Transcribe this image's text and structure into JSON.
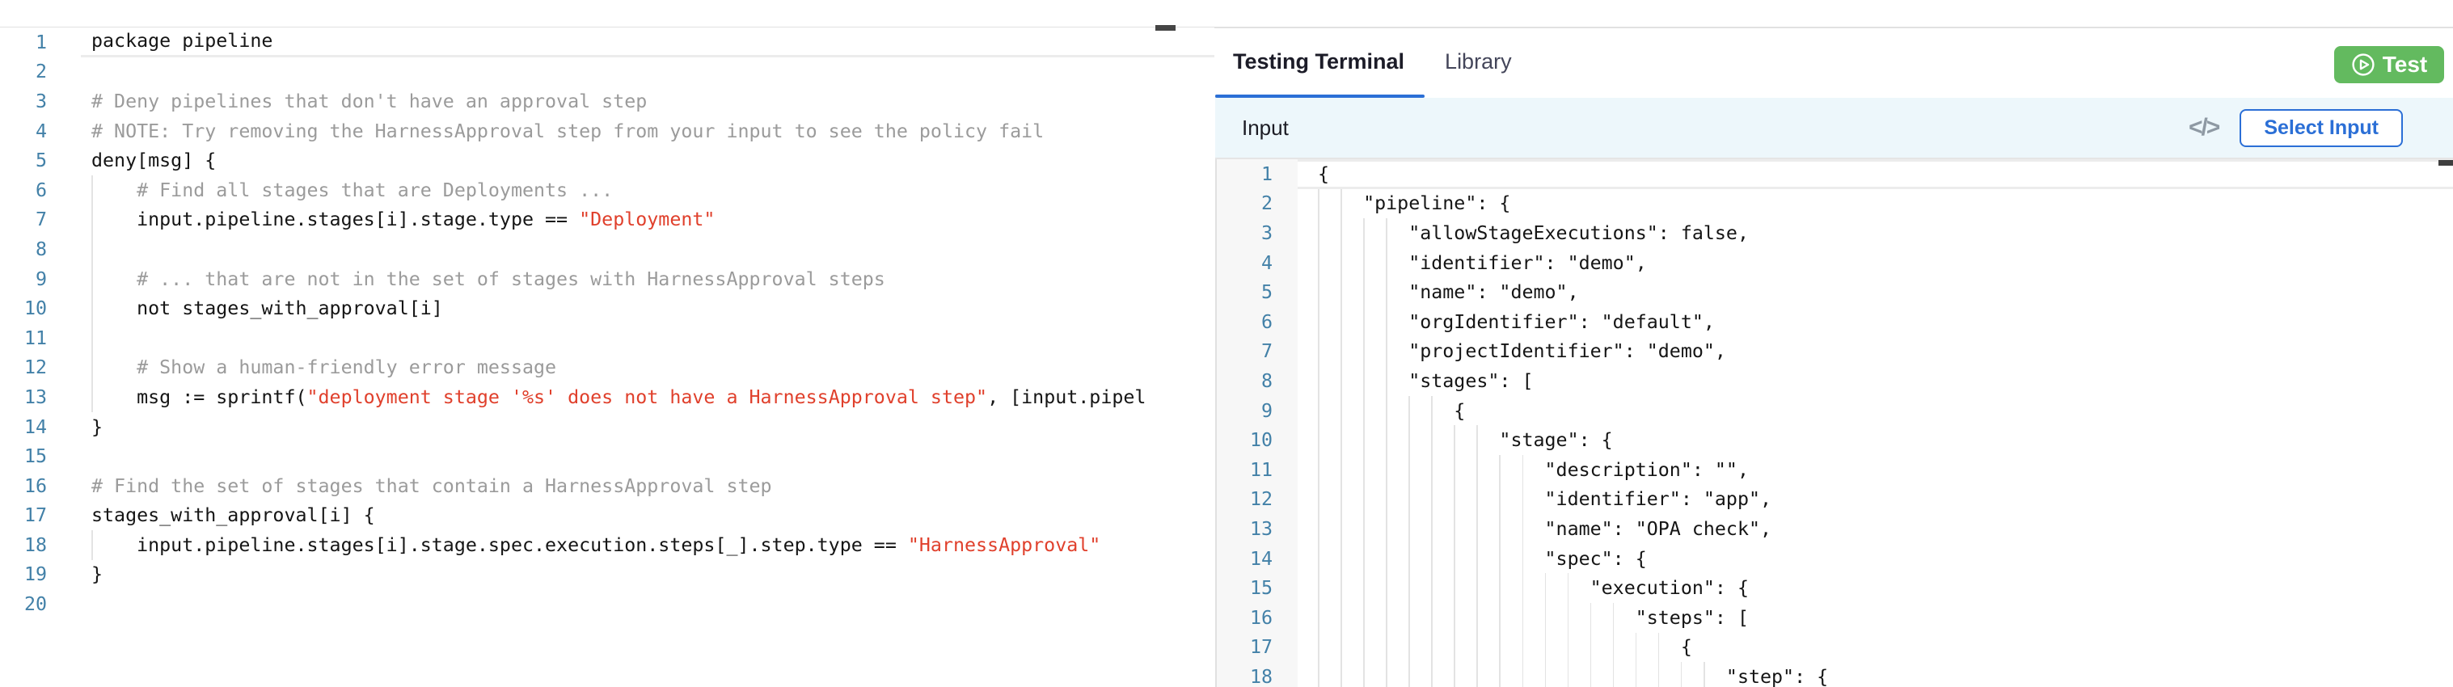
{
  "header": {
    "tabs": [
      {
        "label": "Testing Terminal",
        "active": true
      },
      {
        "label": "Library",
        "active": false
      }
    ],
    "test_button_label": "Test"
  },
  "input_section": {
    "title": "Input",
    "code_icon": "</>",
    "select_button_label": "Select Input"
  },
  "colors": {
    "accent": "#2b6fd6",
    "success": "#63ba5f",
    "string": "#e0402c",
    "comment": "#9b9b9b",
    "lineno": "#4381a8"
  },
  "editors": {
    "policy": {
      "tab_size": 4,
      "lines": [
        {
          "number": 1,
          "current": true,
          "segments": [
            {
              "style": "code",
              "text": "package pipeline"
            }
          ]
        },
        {
          "number": 2,
          "segments": []
        },
        {
          "number": 3,
          "segments": [
            {
              "style": "comment",
              "text": "# Deny pipelines that don't have an approval step"
            }
          ]
        },
        {
          "number": 4,
          "segments": [
            {
              "style": "comment",
              "text": "# NOTE: Try removing the HarnessApproval step from your input to see the policy fail"
            }
          ]
        },
        {
          "number": 5,
          "segments": [
            {
              "style": "code",
              "text": "deny[msg] {"
            }
          ]
        },
        {
          "number": 6,
          "segments": [
            {
              "style": "comment",
              "text": "    # Find all stages that are Deployments ..."
            }
          ]
        },
        {
          "number": 7,
          "segments": [
            {
              "style": "code",
              "text": "    input.pipeline.stages[i].stage.type == "
            },
            {
              "style": "string",
              "text": "\"Deployment\""
            }
          ]
        },
        {
          "number": 8,
          "segments": []
        },
        {
          "number": 9,
          "segments": [
            {
              "style": "comment",
              "text": "    # ... that are not in the set of stages with HarnessApproval steps"
            }
          ]
        },
        {
          "number": 10,
          "segments": [
            {
              "style": "code",
              "text": "    not stages_with_approval[i]"
            }
          ]
        },
        {
          "number": 11,
          "segments": []
        },
        {
          "number": 12,
          "segments": [
            {
              "style": "comment",
              "text": "    # Show a human-friendly error message"
            }
          ]
        },
        {
          "number": 13,
          "segments": [
            {
              "style": "code",
              "text": "    msg := sprintf("
            },
            {
              "style": "string",
              "text": "\"deployment stage '%s' does not have a HarnessApproval step\""
            },
            {
              "style": "code",
              "text": ", [input.pipel"
            }
          ]
        },
        {
          "number": 14,
          "segments": [
            {
              "style": "code",
              "text": "}"
            }
          ]
        },
        {
          "number": 15,
          "segments": []
        },
        {
          "number": 16,
          "segments": [
            {
              "style": "comment",
              "text": "# Find the set of stages that contain a HarnessApproval step"
            }
          ]
        },
        {
          "number": 17,
          "segments": [
            {
              "style": "code",
              "text": "stages_with_approval[i] {"
            }
          ]
        },
        {
          "number": 18,
          "segments": [
            {
              "style": "code",
              "text": "    input.pipeline.stages[i].stage.spec.execution.steps[_].step.type == "
            },
            {
              "style": "string",
              "text": "\"HarnessApproval\""
            }
          ]
        },
        {
          "number": 19,
          "segments": [
            {
              "style": "code",
              "text": "}"
            }
          ]
        },
        {
          "number": 20,
          "segments": []
        }
      ]
    },
    "input": {
      "tab_size": 2,
      "lines": [
        {
          "number": 1,
          "current": true,
          "segments": [
            {
              "style": "code",
              "text": "{"
            }
          ]
        },
        {
          "number": 2,
          "segments": [
            {
              "style": "code",
              "text": "    \"pipeline\": {"
            }
          ]
        },
        {
          "number": 3,
          "segments": [
            {
              "style": "code",
              "text": "        \"allowStageExecutions\": false,"
            }
          ]
        },
        {
          "number": 4,
          "segments": [
            {
              "style": "code",
              "text": "        \"identifier\": \"demo\","
            }
          ]
        },
        {
          "number": 5,
          "segments": [
            {
              "style": "code",
              "text": "        \"name\": \"demo\","
            }
          ]
        },
        {
          "number": 6,
          "segments": [
            {
              "style": "code",
              "text": "        \"orgIdentifier\": \"default\","
            }
          ]
        },
        {
          "number": 7,
          "segments": [
            {
              "style": "code",
              "text": "        \"projectIdentifier\": \"demo\","
            }
          ]
        },
        {
          "number": 8,
          "segments": [
            {
              "style": "code",
              "text": "        \"stages\": ["
            }
          ]
        },
        {
          "number": 9,
          "segments": [
            {
              "style": "code",
              "text": "            {"
            }
          ]
        },
        {
          "number": 10,
          "segments": [
            {
              "style": "code",
              "text": "                \"stage\": {"
            }
          ]
        },
        {
          "number": 11,
          "segments": [
            {
              "style": "code",
              "text": "                    \"description\": \"\","
            }
          ]
        },
        {
          "number": 12,
          "segments": [
            {
              "style": "code",
              "text": "                    \"identifier\": \"app\","
            }
          ]
        },
        {
          "number": 13,
          "segments": [
            {
              "style": "code",
              "text": "                    \"name\": \"OPA check\","
            }
          ]
        },
        {
          "number": 14,
          "segments": [
            {
              "style": "code",
              "text": "                    \"spec\": {"
            }
          ]
        },
        {
          "number": 15,
          "segments": [
            {
              "style": "code",
              "text": "                        \"execution\": {"
            }
          ]
        },
        {
          "number": 16,
          "segments": [
            {
              "style": "code",
              "text": "                            \"steps\": ["
            }
          ]
        },
        {
          "number": 17,
          "segments": [
            {
              "style": "code",
              "text": "                                {"
            }
          ]
        },
        {
          "number": 18,
          "segments": [
            {
              "style": "code",
              "text": "                                    \"step\": {"
            }
          ]
        }
      ]
    }
  }
}
